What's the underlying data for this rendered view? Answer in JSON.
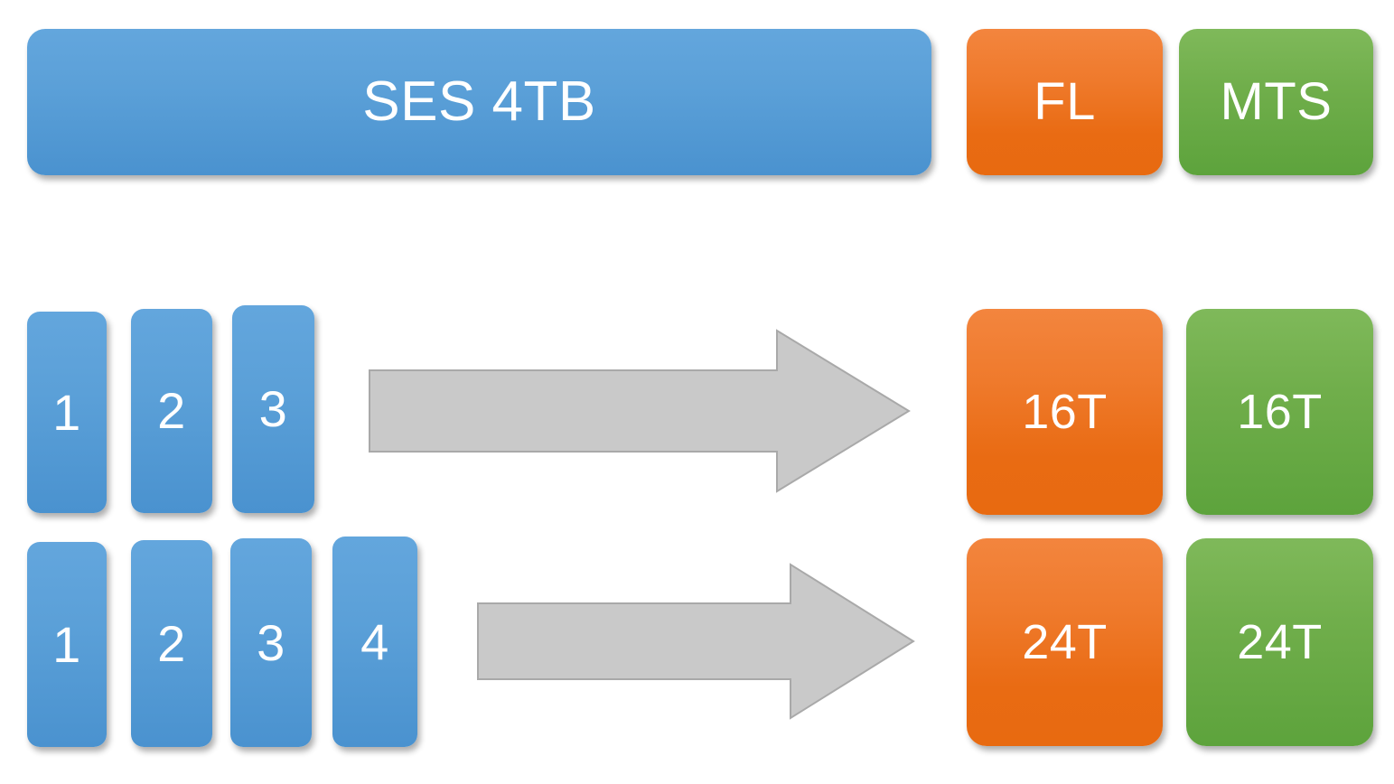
{
  "diagram": {
    "title_bar": {
      "label": "SES 4TB",
      "color": "#4a92cf"
    },
    "headers": [
      {
        "id": "fl",
        "label": "FL",
        "color": "#e96b13"
      },
      {
        "id": "mts",
        "label": "MTS",
        "color": "#5da33c"
      }
    ],
    "rows": [
      {
        "id": "row-1",
        "chips": [
          {
            "label": "1"
          },
          {
            "label": "2"
          },
          {
            "label": "3"
          }
        ],
        "arrow": {
          "name": "right-arrow-icon",
          "color": "#c9c9c9"
        },
        "results": [
          {
            "id": "fl",
            "label": "16T",
            "color": "#e96b13"
          },
          {
            "id": "mts",
            "label": "16T",
            "color": "#5da33c"
          }
        ]
      },
      {
        "id": "row-2",
        "chips": [
          {
            "label": "1"
          },
          {
            "label": "2"
          },
          {
            "label": "3"
          },
          {
            "label": "4"
          }
        ],
        "arrow": {
          "name": "right-arrow-icon",
          "color": "#c9c9c9"
        },
        "results": [
          {
            "id": "fl",
            "label": "24T",
            "color": "#e96b13"
          },
          {
            "id": "mts",
            "label": "24T",
            "color": "#5da33c"
          }
        ]
      }
    ],
    "palette": {
      "blue": "#4a92cf",
      "orange": "#e96b13",
      "green": "#5da33c",
      "arrow_gray": "#c9c9c9",
      "arrow_border": "#a9a9a9",
      "background": "#ffffff",
      "text": "#ffffff"
    }
  }
}
